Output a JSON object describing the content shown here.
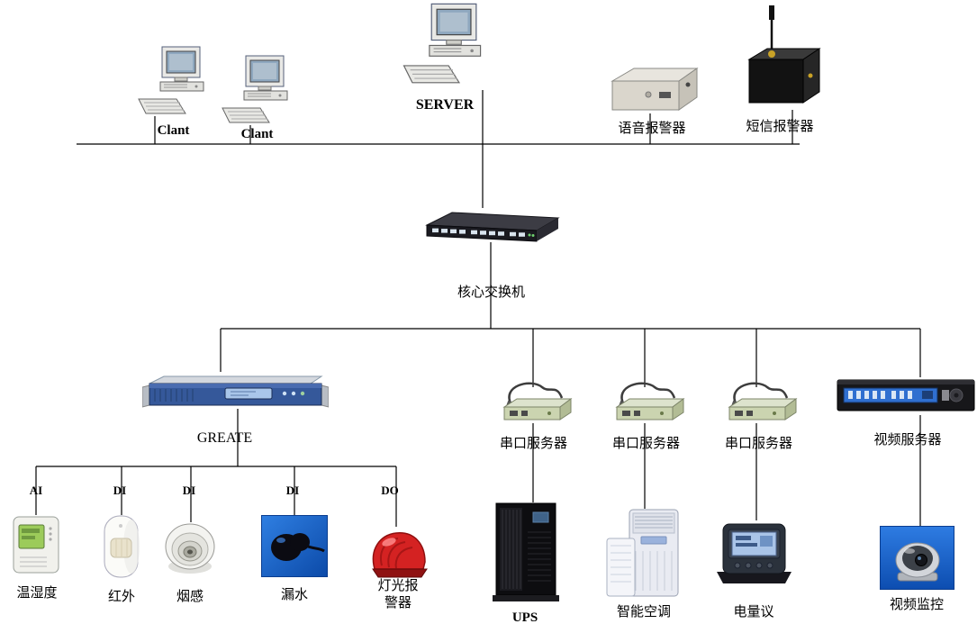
{
  "diagram": {
    "type": "network-topology",
    "background": "#ffffff",
    "line_color": "#000000"
  },
  "colors": {
    "greate_panel_blue": "#35589a",
    "video_server_panel_blue": "#2f6fd0",
    "water_leak_photo_blue": "#1565d8",
    "camera_photo_blue": "#1a70d8",
    "siren_red": "#d42222",
    "serial_server_green": "#cbd4b0",
    "sms_antenna_gold": "#c9a227"
  },
  "labels": {
    "client1": "Clant",
    "client2": "Clant",
    "server": "SERVER",
    "voice_alarm": "语音报警器",
    "sms_alarm": "短信报警器",
    "core_switch": "核心交换机",
    "greate": "GREATE",
    "serial_server_1": "串口服务器",
    "serial_server_2": "串口服务器",
    "serial_server_3": "串口服务器",
    "video_server": "视频服务器",
    "port_ai": "AI",
    "port_di_1": "DI",
    "port_di_2": "DI",
    "port_di_3": "DI",
    "port_do": "DO",
    "temp_humidity": "温湿度",
    "infrared": "红外",
    "smoke": "烟感",
    "water_leak": "漏水",
    "light_alarm": "灯光报\n警器",
    "ups": "UPS",
    "smart_ac": "智能空调",
    "power_meter": "电量议",
    "video_monitor": "视频监控"
  }
}
